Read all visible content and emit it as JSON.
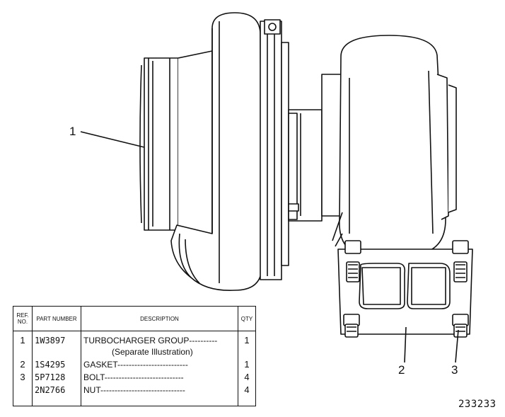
{
  "callouts": {
    "c1": "1",
    "c2": "2",
    "c3": "3"
  },
  "figure_number": "233233",
  "parts_table": {
    "headers": {
      "ref": "REF. NO.",
      "part_number": "PART NUMBER",
      "description": "DESCRIPTION",
      "qty": "QTY"
    },
    "rows": [
      {
        "ref": "1",
        "part_number": "1W3897",
        "description": "TURBOCHARGER GROUP----------",
        "note": "(Separate Illustration)",
        "qty": "1"
      },
      {
        "ref": "2",
        "part_number": "1S4295",
        "description": "GASKET-------------------------",
        "qty": "1"
      },
      {
        "ref": "3",
        "part_number": "5P7128",
        "description": "BOLT----------------------------",
        "qty": "4"
      },
      {
        "ref": "",
        "part_number": "2N2766",
        "description": "NUT------------------------------",
        "qty": "4"
      }
    ]
  }
}
